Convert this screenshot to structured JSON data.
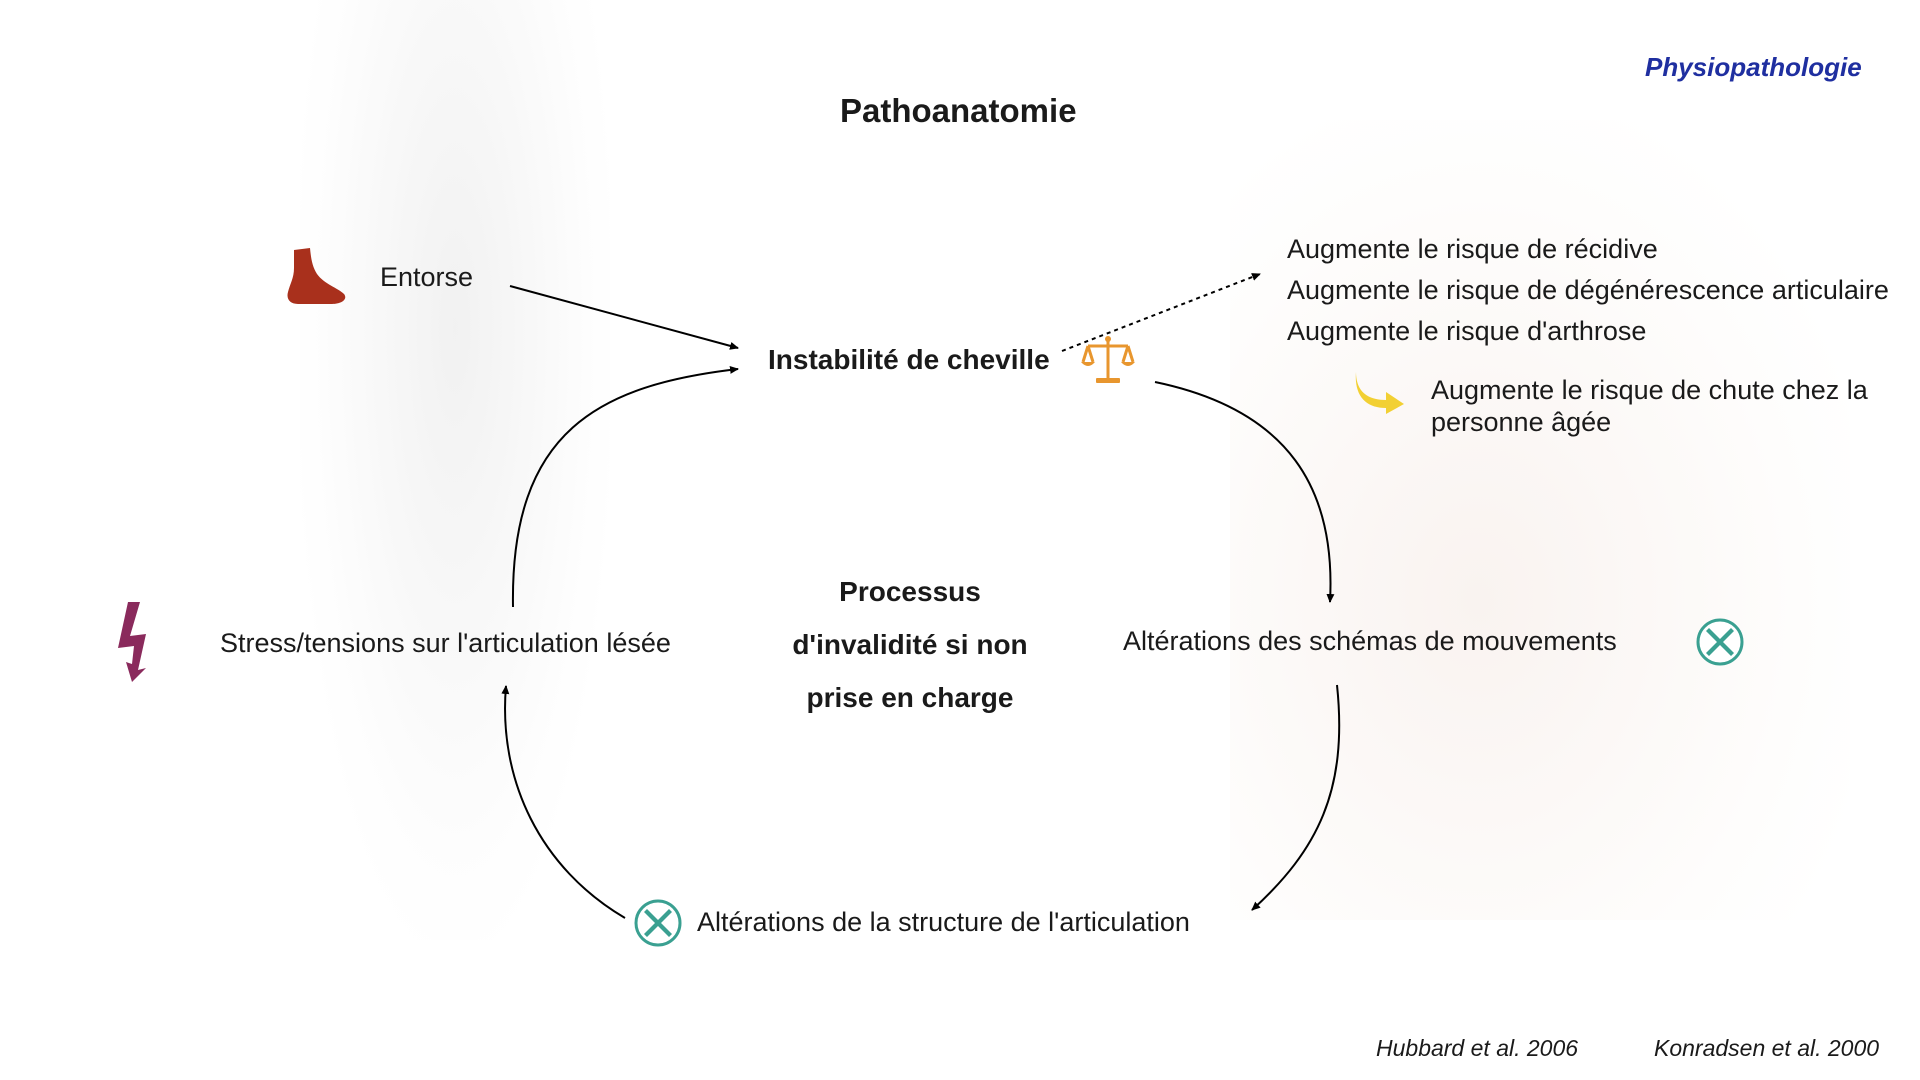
{
  "header": {
    "section": "Physiopathologie",
    "title": "Pathoanatomie"
  },
  "diagram": {
    "nodes": {
      "sprain": "Entorse",
      "instability": "Instabilité de cheville",
      "stress": "Stress/tensions sur l'articulation lésée",
      "movement": "Altérations des schémas de mouvements",
      "structure": "Altérations de la structure de l'articulation"
    },
    "center_lines": [
      "Processus",
      "d'invalidité si non",
      "prise en charge"
    ],
    "risks": [
      "Augmente le risque de récidive",
      "Augmente le risque de dégénérescence articulaire",
      "Augmente le risque d'arthrose"
    ],
    "fall_risk": "Augmente le risque de chute chez la personne âgée"
  },
  "references": [
    "Hubbard et al. 2006",
    "Konradsen et al. 2000"
  ],
  "icons": {
    "foot": "foot-icon",
    "lightning": "lightning-icon",
    "scale": "scale-icon",
    "curved_arrow": "curved-arrow-icon",
    "cross": "cross-circle-icon"
  },
  "colors": {
    "foot": "#a9301c",
    "lightning": "#8a2a5c",
    "scale": "#e8962e",
    "curved_arrow": "#f2d033",
    "cross": "#3aa091",
    "section": "#1f2fa0"
  }
}
